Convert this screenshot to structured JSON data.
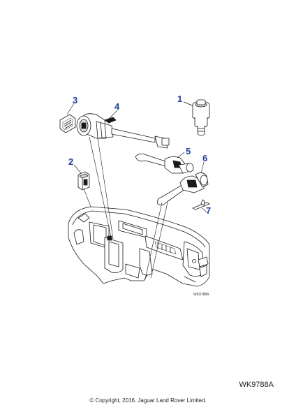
{
  "callouts": {
    "c1": "1",
    "c2": "2",
    "c3": "3",
    "c4": "4",
    "c5": "5",
    "c6": "6",
    "c7": "7"
  },
  "diagram_ref_small": "WK9788A",
  "diagram_ref_large": "WK9788A",
  "copyright": "© Copyright, 2016. Jaguar Land Rover Limited.",
  "colors": {
    "callout": "#1f3f9e",
    "line": "#1a1a1a"
  }
}
